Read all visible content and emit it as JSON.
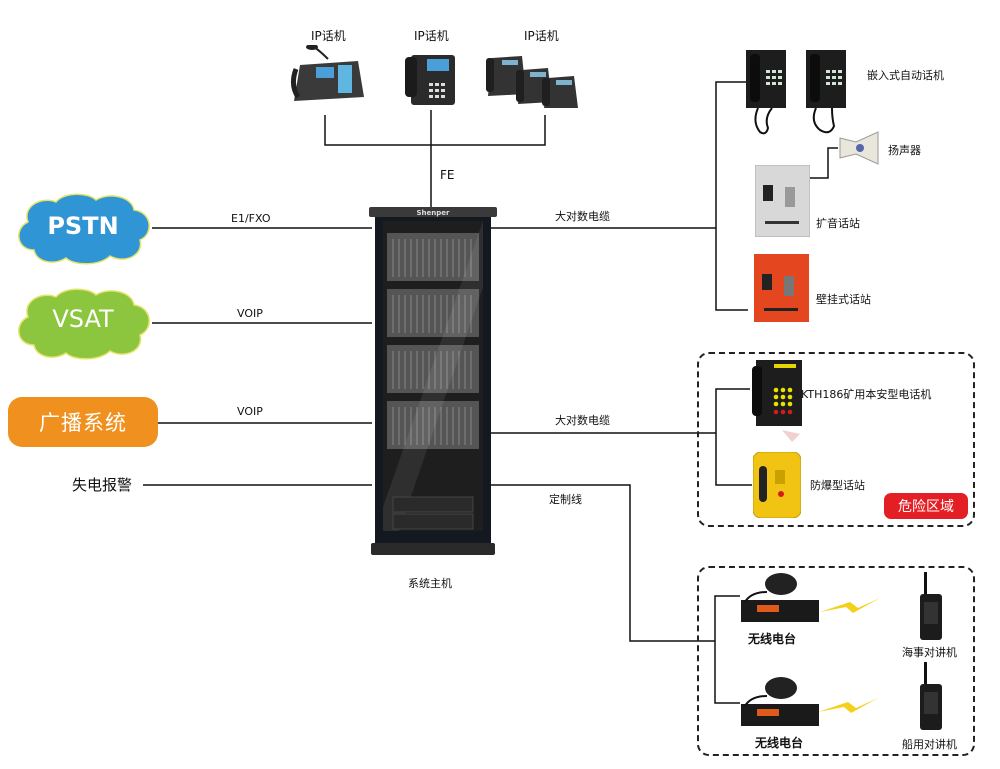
{
  "diagram": {
    "ip_phones": [
      {
        "label": "IP话机"
      },
      {
        "label": "IP话机"
      },
      {
        "label": "IP话机"
      }
    ],
    "fe_label": "FE",
    "left_sources": [
      {
        "name": "PSTN",
        "link_label": "E1/FXO",
        "shape": "cloud",
        "color": "#2f95d4"
      },
      {
        "name": "VSAT",
        "link_label": "VOIP",
        "shape": "cloud",
        "color": "#8cc63f"
      },
      {
        "name": "广播系统",
        "link_label": "VOIP",
        "shape": "rounded-rect",
        "color": "#f0901e"
      },
      {
        "name": "失电报警",
        "link_label": "",
        "shape": "text"
      }
    ],
    "host": {
      "label": "系统主机",
      "brand": "Shenper"
    },
    "right_links": {
      "cable1": "大对数电缆",
      "cable2": "大对数电缆",
      "custom_line": "定制线"
    },
    "devices_top": [
      {
        "label": "嵌入式自动话机"
      },
      {
        "label": "扬声器"
      },
      {
        "label": "扩音话站"
      },
      {
        "label": "壁挂式话站"
      }
    ],
    "danger_zone": {
      "badge": "危险区域",
      "badge_color": "#e41e25",
      "devices": [
        {
          "label": "KTH186矿用本安型电话机"
        },
        {
          "label": "防爆型话站"
        }
      ]
    },
    "radio_zone": {
      "stations": [
        {
          "label": "无线电台"
        },
        {
          "label": "无线电台"
        }
      ],
      "handhelds": [
        {
          "label": "海事对讲机"
        },
        {
          "label": "船用对讲机"
        }
      ]
    }
  }
}
